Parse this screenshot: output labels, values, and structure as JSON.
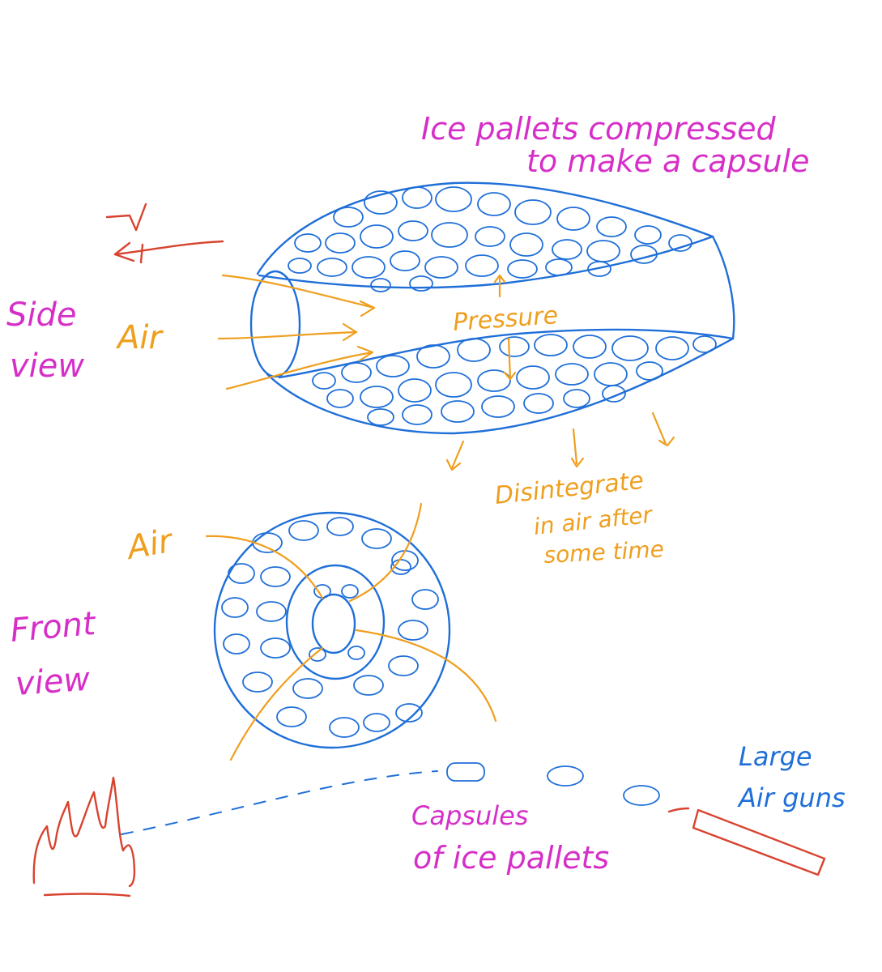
{
  "labels": {
    "title_line1": "Ice pallets compressed",
    "title_line2": "to make a capsule",
    "side_view_line1": "Side",
    "side_view_line2": "view",
    "air_side": "Air",
    "pressure": "Pressure",
    "disintegrate_line1": "Disintegrate",
    "disintegrate_line2": "in air after",
    "disintegrate_line3": "some time",
    "air_front": "Air",
    "front_view_line1": "Front",
    "front_view_line2": "view",
    "large_air_guns_line1": "Large",
    "large_air_guns_line2": "Air guns",
    "capsules_line1": "Capsules",
    "capsules_line2": "of ice pallets"
  },
  "colors": {
    "label_pink": "#d62fc8",
    "annotation_orange": "#ef9f1f",
    "drawing_blue": "#1f6fd8",
    "fire_red": "#d8432f"
  }
}
